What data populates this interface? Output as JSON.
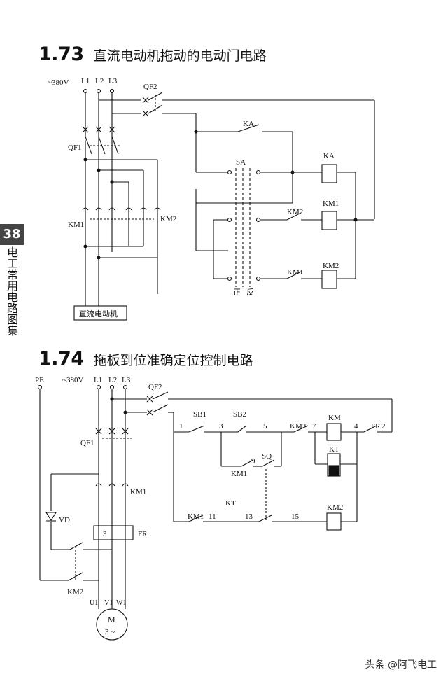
{
  "page_number": "38",
  "side_label": "电工常用电路图集",
  "section1": {
    "number": "1.73",
    "title": "直流电动机拖动的电动门电路",
    "voltage": "~380V",
    "phases": [
      "L1",
      "L2",
      "L3"
    ],
    "labels": {
      "qf2": "QF2",
      "qf1": "QF1",
      "km1": "KM1",
      "km2": "KM2",
      "ka": "KA",
      "sa": "SA",
      "ka_coil": "KA",
      "km1_coil": "KM1",
      "km2_coil": "KM2",
      "km2_contact": "KM2",
      "km1_contact": "KM1",
      "forward": "正",
      "reverse": "反",
      "motor": "直流电动机"
    }
  },
  "section2": {
    "number": "1.74",
    "title": "拖板到位准确定位控制电路",
    "pe": "PE",
    "voltage": "~380V",
    "phases": [
      "L1",
      "L2",
      "L3"
    ],
    "labels": {
      "qf2": "QF2",
      "qf1": "QF1",
      "km1": "KM1",
      "km2": "KM2",
      "vd": "VD",
      "fr": "FR",
      "fr_box": "3",
      "sb1": "SB1",
      "sb2": "SB2",
      "km2_contact": "KM2",
      "km_coil": "KM",
      "kt_coil": "KT",
      "fr_contact": "FR",
      "sq": "SQ",
      "km1_contact": "KM1",
      "kt_contact": "KT",
      "km1_b": "KM1",
      "km2_coil": "KM2",
      "u": "U1",
      "v": "V1",
      "w": "W1",
      "motor_m": "M",
      "motor_phase": "3 ~"
    },
    "node_numbers": [
      "1",
      "3",
      "5",
      "7",
      "4",
      "2",
      "9",
      "11",
      "13",
      "15"
    ]
  },
  "watermark": "头条 @阿飞电工"
}
